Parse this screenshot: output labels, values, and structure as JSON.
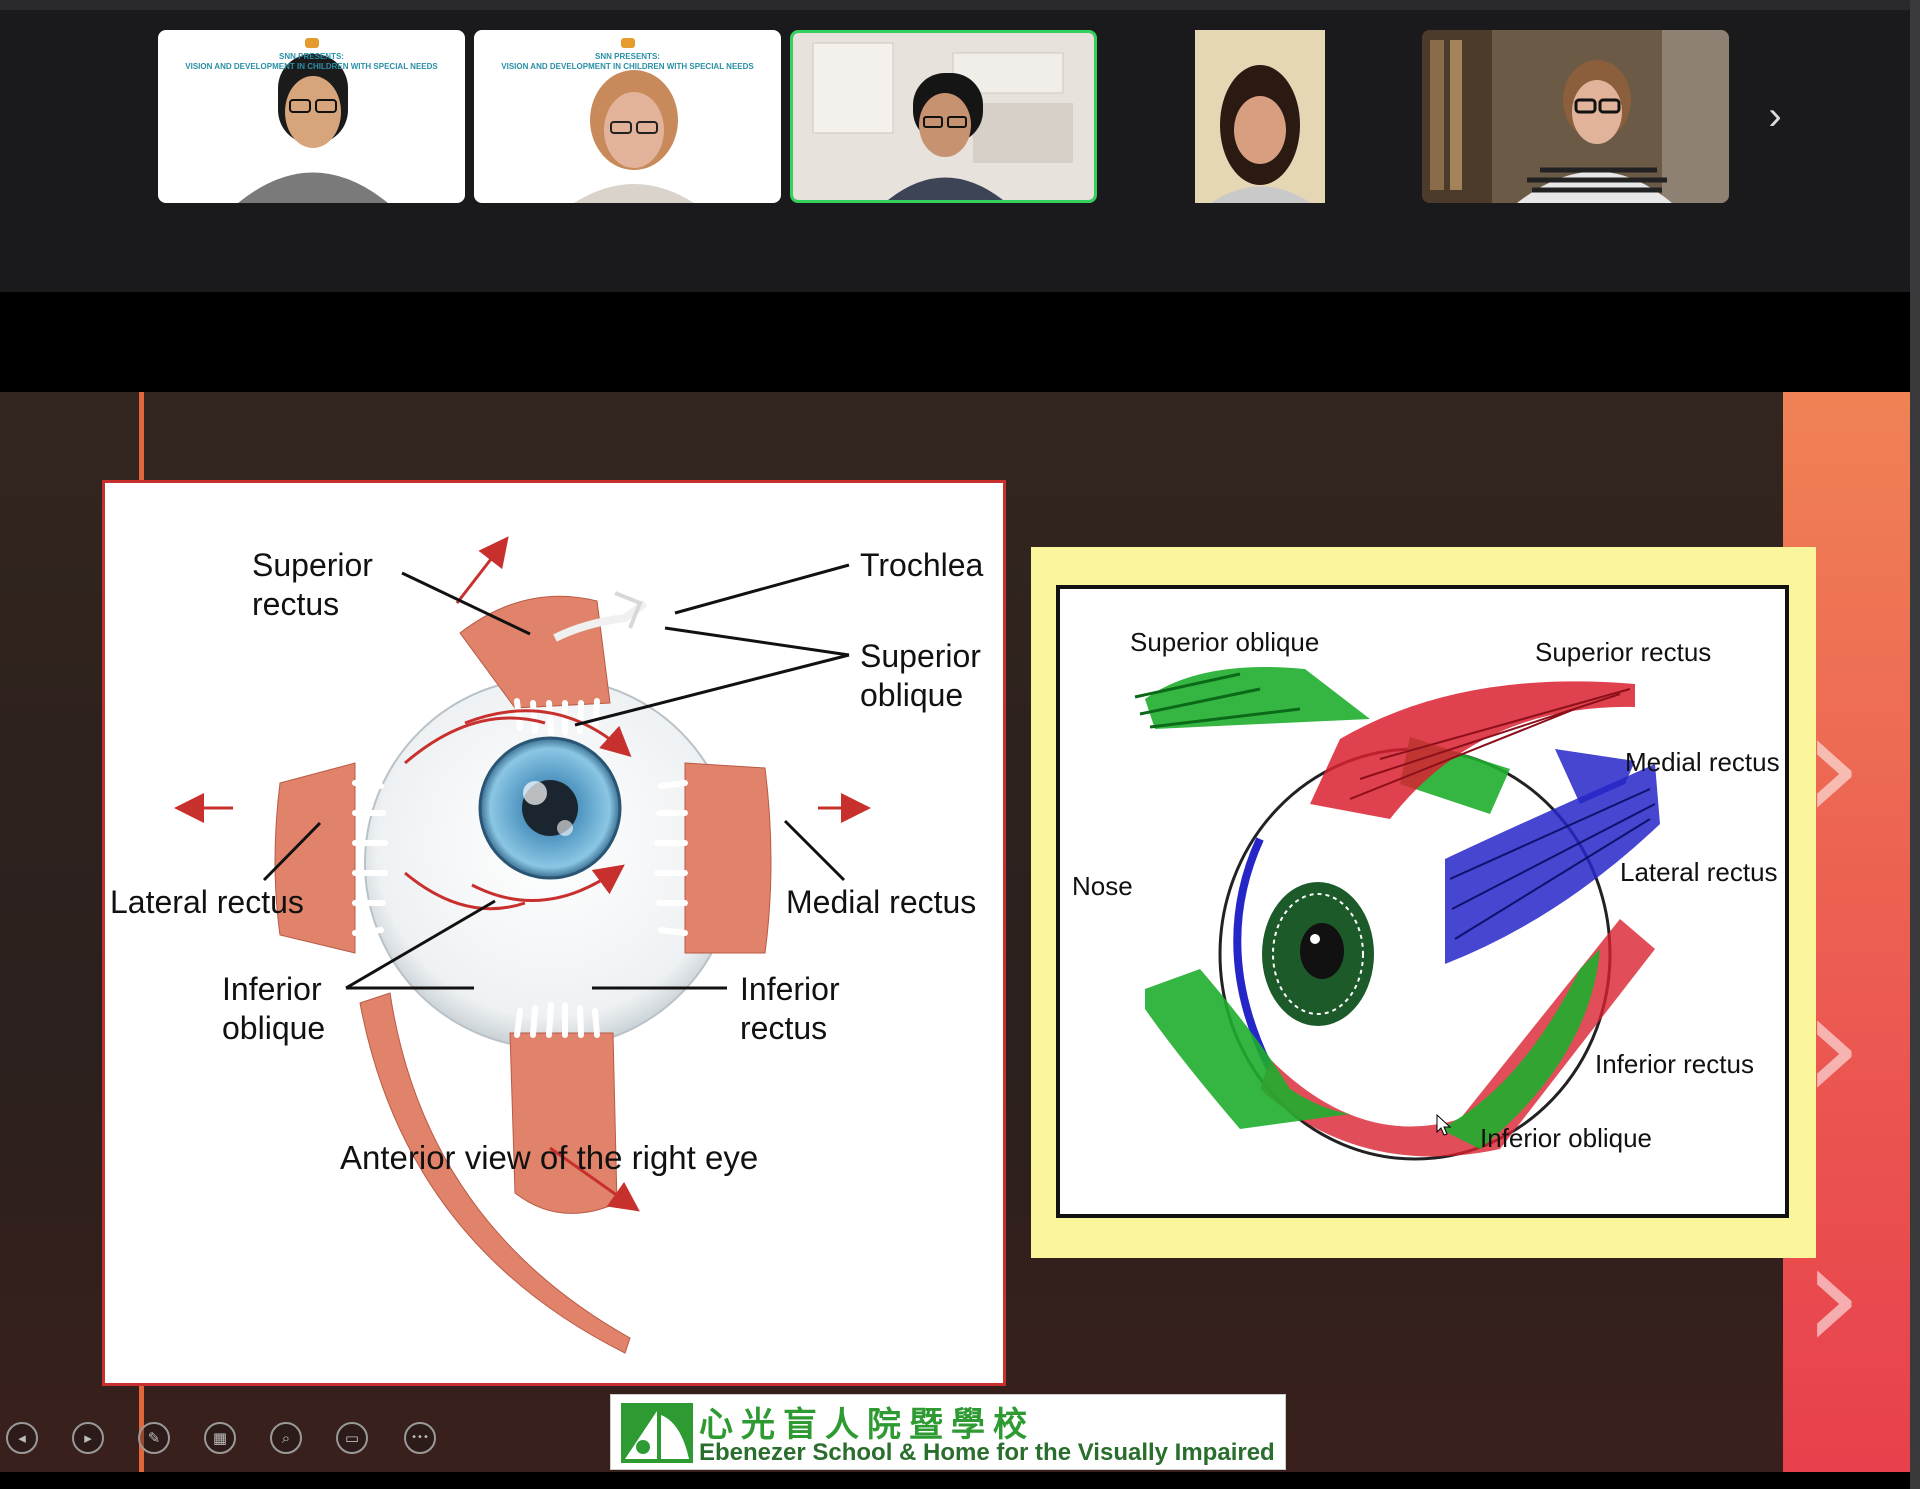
{
  "gallery": {
    "tiles": [
      {
        "name": "participant-1",
        "banner_line1": "SNN PRESENTS:",
        "banner_line2": "VISION AND DEVELOPMENT IN CHILDREN WITH SPECIAL NEEDS",
        "bg": "#ffffff",
        "skin": "#d7a57c",
        "hair": "#1b1b1b",
        "shirt": "#7a7a7a"
      },
      {
        "name": "participant-2",
        "banner_line1": "SNN PRESENTS:",
        "banner_line2": "VISION AND DEVELOPMENT IN CHILDREN WITH SPECIAL NEEDS",
        "bg": "#ffffff",
        "skin": "#e3b29a",
        "hair": "#c88a5a",
        "shirt": "#d9d3cc"
      },
      {
        "name": "participant-3",
        "speaking": true,
        "bg": "#e7e2dc",
        "skin": "#c69270",
        "hair": "#151515",
        "shirt": "#3c4456"
      },
      {
        "name": "participant-4",
        "bg": "#e5d6b4",
        "skin": "#d79f80",
        "hair": "#2a1a12",
        "shirt": "#c9c9c9"
      },
      {
        "name": "participant-5",
        "bg": "#6b5a46",
        "skin": "#e0b39a",
        "hair": "#8b5e3c",
        "shirt": "#e8e8e8"
      }
    ],
    "next_icon": "chevron-right-icon",
    "next_glyph": "›",
    "speaking_color": "#33d15c"
  },
  "slide": {
    "left_figure": {
      "caption": "Anterior view of the right eye",
      "labels": {
        "superior_rectus_1": "Superior",
        "superior_rectus_2": "rectus",
        "trochlea": "Trochlea",
        "superior_oblique_1": "Superior",
        "superior_oblique_2": "oblique",
        "lateral_rectus": "Lateral rectus",
        "medial_rectus": "Medial rectus",
        "inferior_oblique_1": "Inferior",
        "inferior_oblique_2": "oblique",
        "inferior_rectus_1": "Inferior",
        "inferior_rectus_2": "rectus"
      },
      "muscle_color": "#e0836a",
      "arrow_color": "#c8302d",
      "iris_color": "#6fb3d6"
    },
    "right_figure": {
      "labels": {
        "superior_oblique": "Superior oblique",
        "superior_rectus": "Superior rectus",
        "medial_rectus": "Medial rectus",
        "nose": "Nose",
        "lateral_rectus": "Lateral rectus",
        "inferior_rectus": "Inferior rectus",
        "inferior_oblique": "Inferior oblique"
      },
      "frame_color": "#fbf69b",
      "colors": {
        "green": "#1fae2e",
        "red": "#d92030",
        "blue": "#2626c8"
      }
    },
    "logo": {
      "chinese": "心光盲人院暨學校",
      "english": "Ebenezer School & Home for the Visually Impaired"
    }
  },
  "toolbar": {
    "buttons": [
      {
        "name": "previous-slide-button",
        "icon": "arrow-left-icon",
        "glyph": "◂"
      },
      {
        "name": "next-slide-button",
        "icon": "arrow-right-icon",
        "glyph": "▸"
      },
      {
        "name": "pen-button",
        "icon": "pen-icon",
        "glyph": "✎"
      },
      {
        "name": "slides-button",
        "icon": "slides-icon",
        "glyph": "▦"
      },
      {
        "name": "zoom-button",
        "icon": "magnifier-icon",
        "glyph": "⌕"
      },
      {
        "name": "subtitles-button",
        "icon": "subtitles-icon",
        "glyph": "▭"
      },
      {
        "name": "more-options-button",
        "icon": "more-icon",
        "glyph": "•••"
      }
    ]
  }
}
